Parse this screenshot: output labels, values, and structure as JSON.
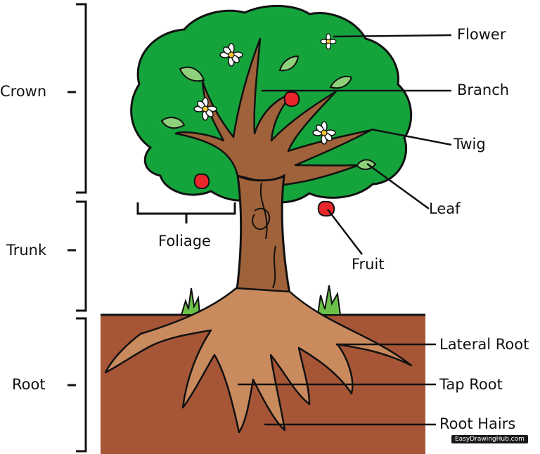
{
  "labels": {
    "crown": "Crown",
    "trunk": "Trunk",
    "root": "Root",
    "foliage": "Foliage",
    "flower": "Flower",
    "branch": "Branch",
    "twig": "Twig",
    "leaf": "Leaf",
    "fruit": "Fruit",
    "lateral_root": "Lateral Root",
    "tap_root": "Tap Root",
    "root_hairs": "Root Hairs"
  },
  "watermark": "EasyDrawingHub.com",
  "colors": {
    "crown_green": "#15a43c",
    "trunk_brown": "#a0623a",
    "root_light": "#c98a5e",
    "soil": "#a65636",
    "leaf_light": "#8fd17a",
    "fruit_red": "#e8262b",
    "grass": "#6cc04a"
  }
}
